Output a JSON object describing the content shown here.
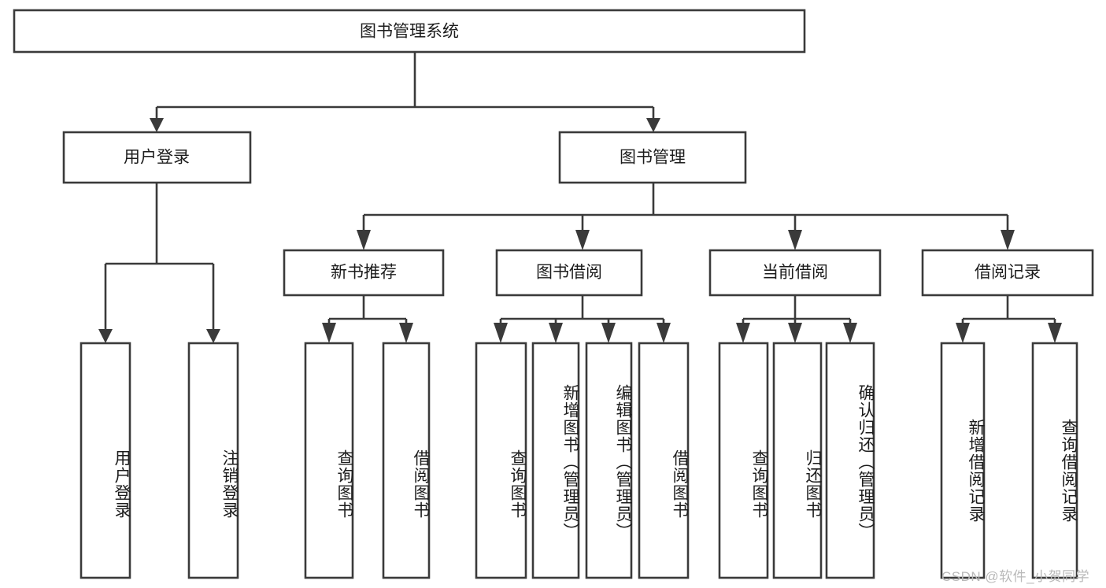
{
  "diagram": {
    "title": "图书管理系统",
    "type": "tree-hierarchy-diagram",
    "root": {
      "label": "图书管理系统"
    },
    "level2": [
      {
        "label": "用户登录"
      },
      {
        "label": "图书管理"
      }
    ],
    "level3": [
      {
        "label": "新书推荐"
      },
      {
        "label": "图书借阅"
      },
      {
        "label": "当前借阅"
      },
      {
        "label": "借阅记录"
      }
    ],
    "leaves": {
      "user_login": [
        {
          "label": "用户登录"
        },
        {
          "label": "注销登录"
        }
      ],
      "new_book_recommend": [
        {
          "label": "查询图书"
        },
        {
          "label": "借阅图书"
        }
      ],
      "book_borrow": [
        {
          "label": "查询图书"
        },
        {
          "label": "新增图书（管理员）"
        },
        {
          "label": "编辑图书（管理员）"
        },
        {
          "label": "借阅图书"
        }
      ],
      "current_borrow": [
        {
          "label": "查询图书"
        },
        {
          "label": "归还图书"
        },
        {
          "label": "确认归还（管理员）"
        }
      ],
      "borrow_record": [
        {
          "label": "新增借阅记录"
        },
        {
          "label": "查询借阅记录"
        }
      ]
    }
  },
  "watermark": {
    "text": "CSDN @软件_小贺同学"
  },
  "colors": {
    "stroke": "#3a3a3a",
    "box_fill": "#ffffff",
    "text": "#1c1c1c",
    "watermark": "#b9b9b9",
    "background": "#ffffff"
  }
}
